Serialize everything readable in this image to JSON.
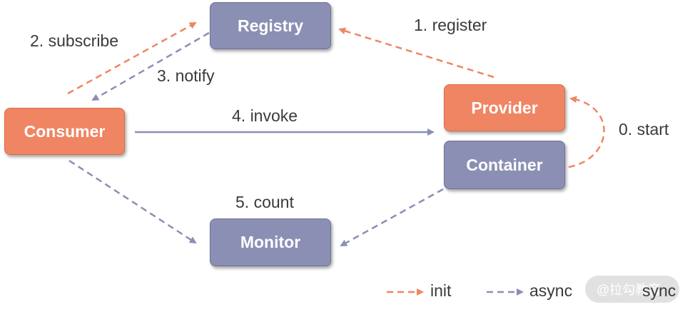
{
  "colors": {
    "init": "#f08563",
    "async": "#8b8fb4",
    "sync": "#8b8fb4"
  },
  "nodes": {
    "registry": "Registry",
    "provider": "Provider",
    "container": "Container",
    "consumer": "Consumer",
    "monitor": "Monitor"
  },
  "edges": {
    "start": "0. start",
    "register": "1. register",
    "subscribe": "2. subscribe",
    "notify": "3. notify",
    "invoke": "4. invoke",
    "count": "5. count"
  },
  "legend": {
    "init": "init",
    "async": "async",
    "sync": "sync"
  },
  "watermark": "@拉勾教育"
}
